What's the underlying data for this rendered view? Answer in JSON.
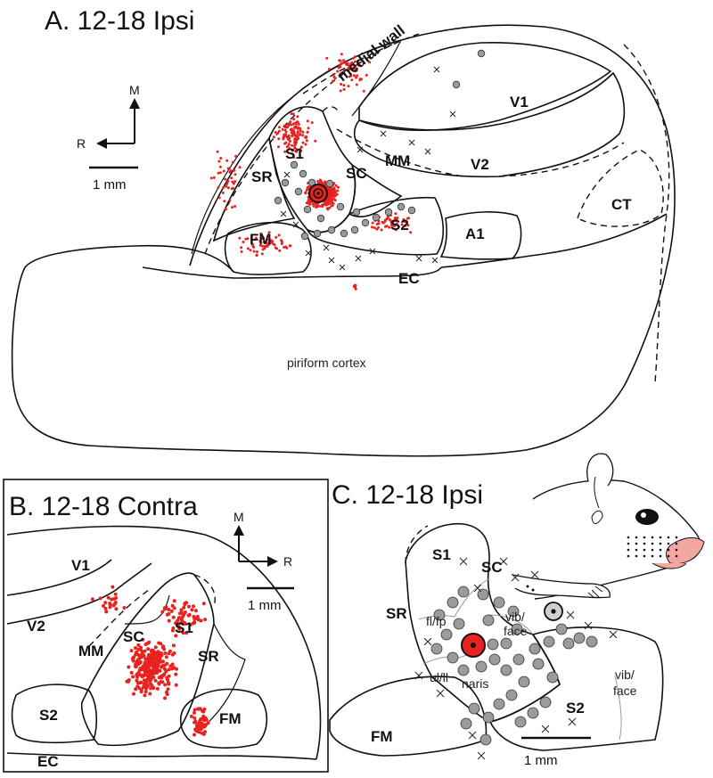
{
  "panels": {
    "a": {
      "title": "A. 12-18 Ipsi",
      "areas": {
        "medial_wall": "medial wall",
        "v1": "V1",
        "v2": "V2",
        "mm": "MM",
        "s1": "S1",
        "sr": "SR",
        "sc": "SC",
        "s2": "S2",
        "fm": "FM",
        "a1": "A1",
        "ct": "CT",
        "ec": "EC",
        "piriform": "piriform cortex"
      },
      "orientation": {
        "medial": "M",
        "rostral": "R"
      },
      "scale": "1 mm"
    },
    "b": {
      "title": "B. 12-18 Contra",
      "areas": {
        "v1": "V1",
        "v2": "V2",
        "mm": "MM",
        "sc": "SC",
        "s1": "S1",
        "sr": "SR",
        "s2": "S2",
        "fm": "FM",
        "ec": "EC"
      },
      "orientation": {
        "medial": "M",
        "rostral": "R"
      },
      "scale": "1 mm"
    },
    "c": {
      "title": "C. 12-18 Ipsi",
      "areas": {
        "s1": "S1",
        "sc": "SC",
        "sr": "SR",
        "fm": "FM",
        "s2": "S2"
      },
      "subregions": {
        "fl_fp": "fl/fp",
        "vib_face_a": "vib/",
        "vib_face_b": "face",
        "ul_ll": "ul/ll",
        "naris": "naris",
        "vib_face2_a": "vib/",
        "vib_face2_b": "face"
      },
      "scale": "1 mm"
    }
  },
  "colors": {
    "label_cell": "#e8221f",
    "recording_site": "#9b9b9b",
    "injection_core": "#e8221f",
    "snout": "#f4a6a0",
    "outline": "#111111"
  },
  "icons": {
    "injection_site": "target-icon",
    "no_response_site": "cross-icon",
    "responsive_site": "gray-circle-icon",
    "animal": "rodent-head-icon"
  }
}
